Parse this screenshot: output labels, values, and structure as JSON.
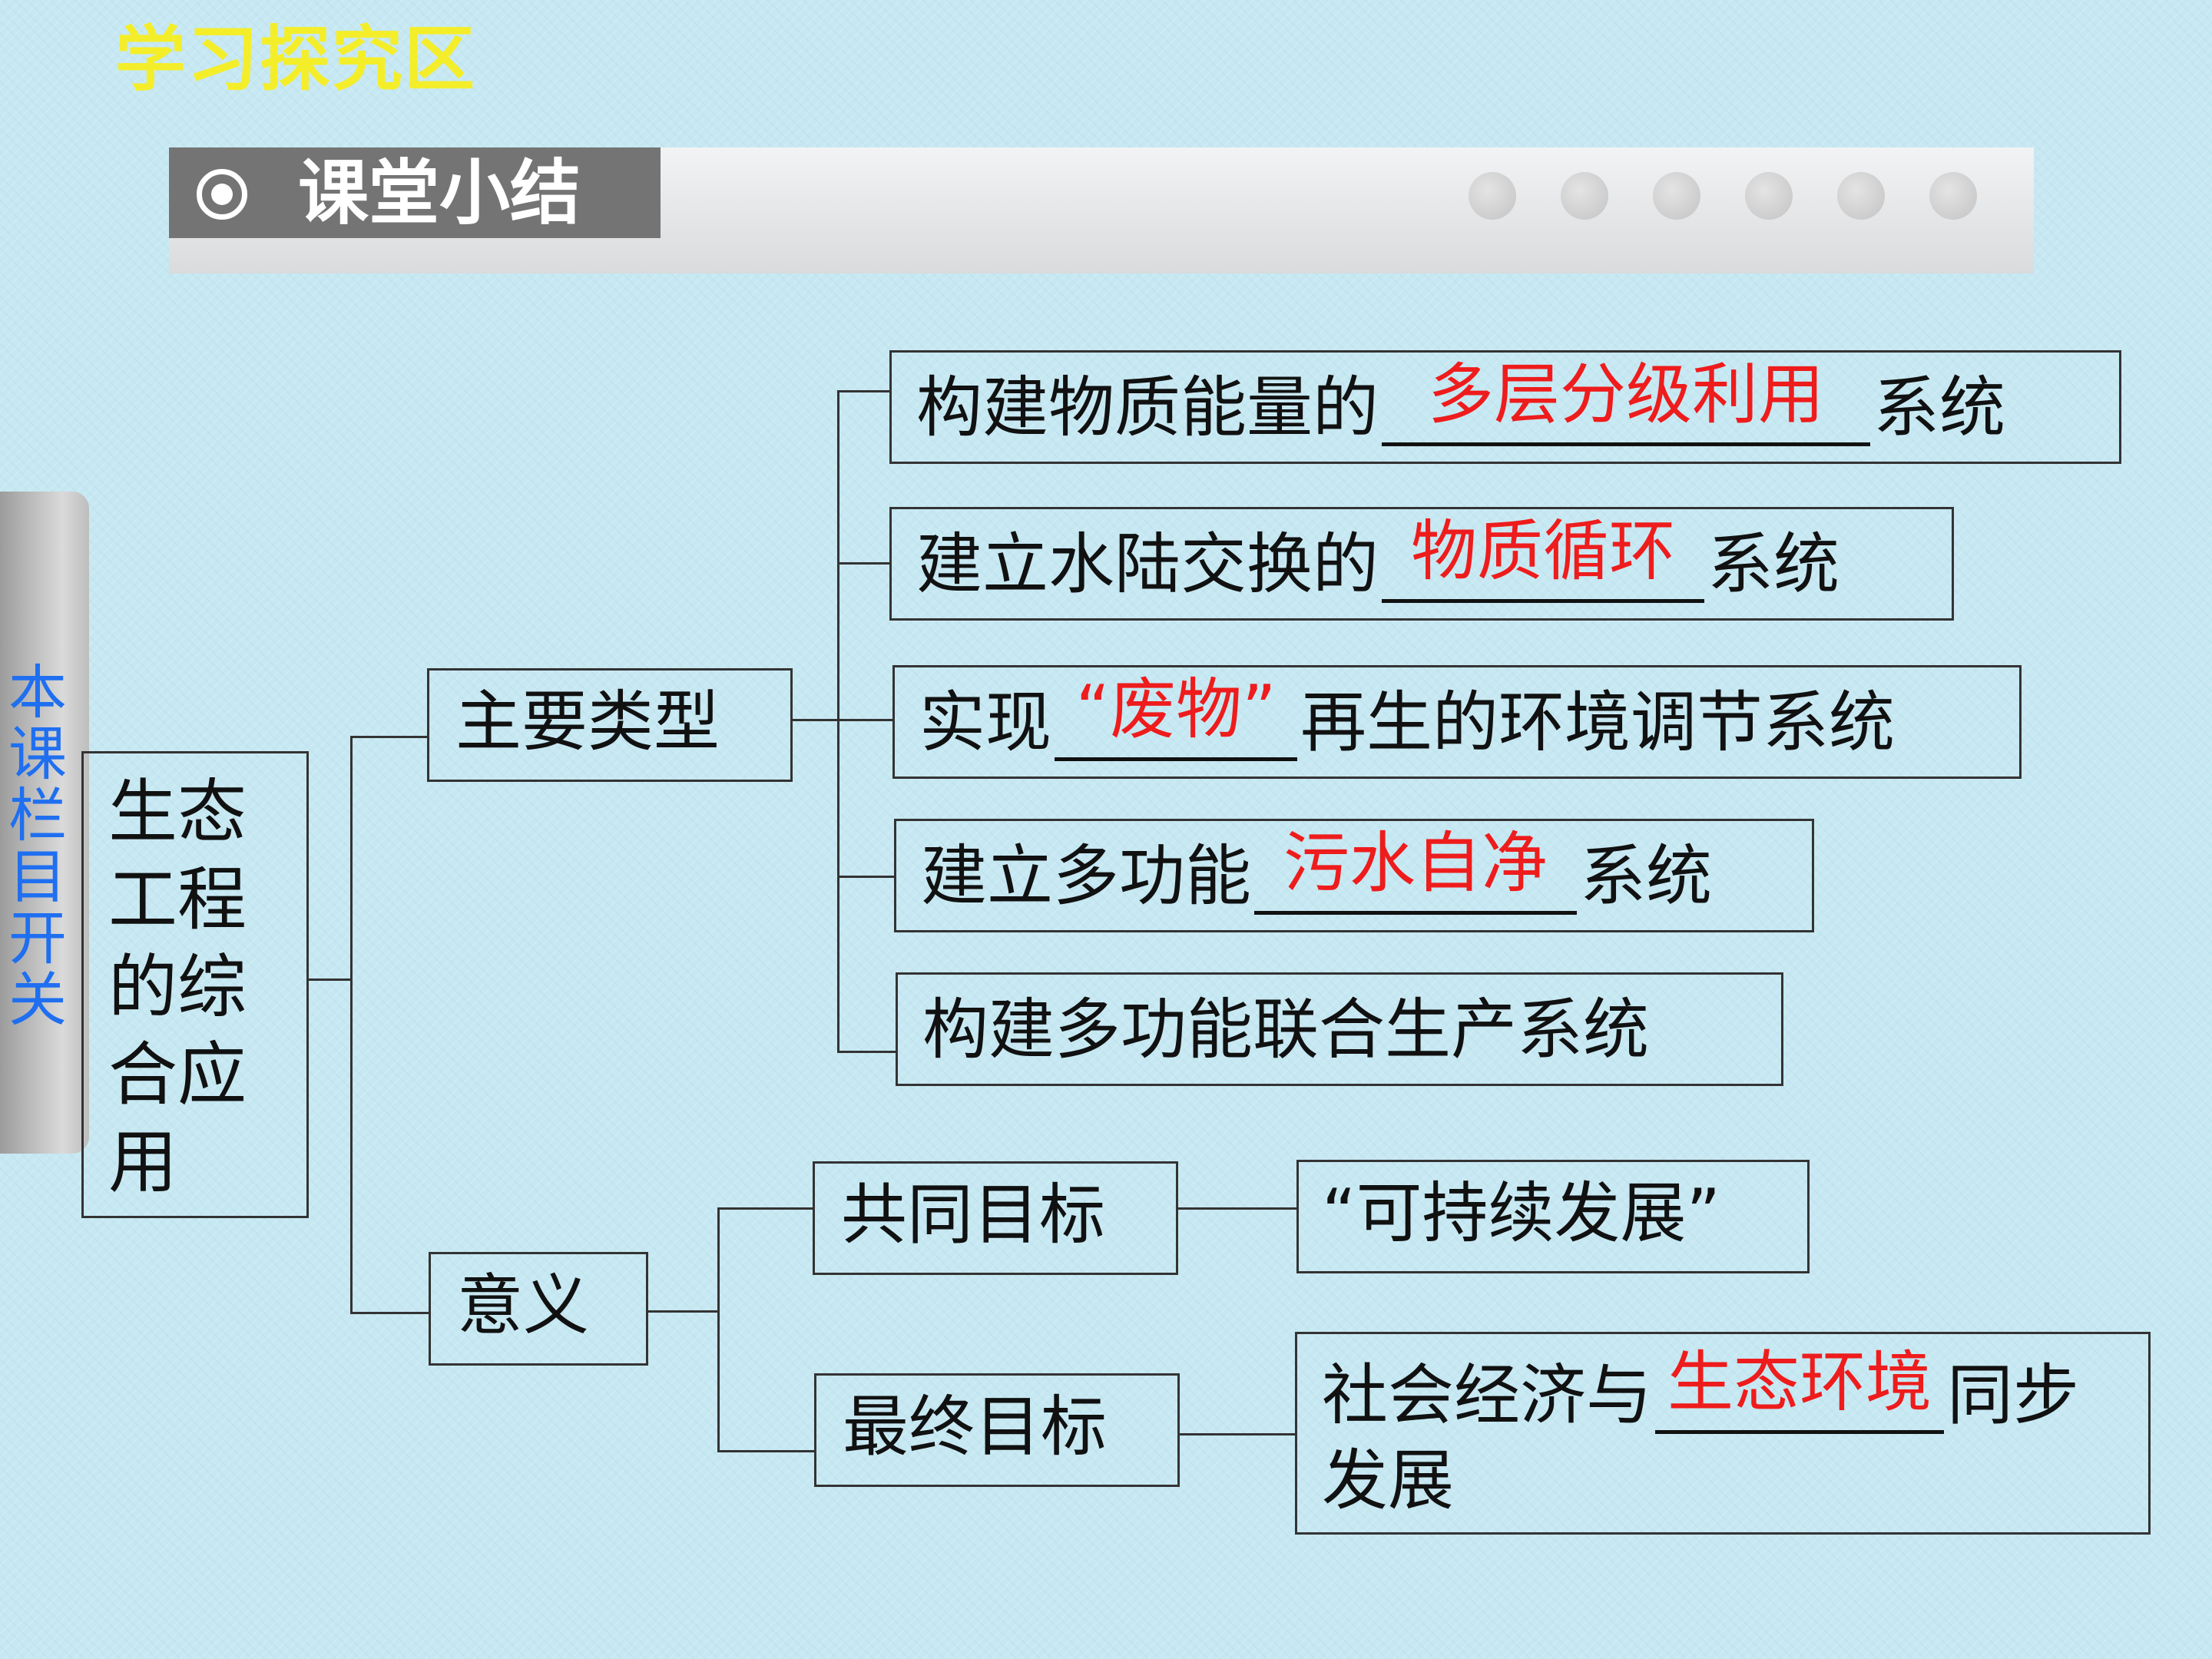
{
  "section_title": "学习探究区",
  "header": {
    "label": "课堂小结",
    "radio_icon": "radio-icon",
    "dots_count": 6
  },
  "side_tab": {
    "label": "本课栏目开关"
  },
  "root": {
    "label": "生态工程的综合应用"
  },
  "branch_types": {
    "label": "主要类型",
    "items": [
      {
        "before": "构建物质能量的",
        "answer": "多层分级利用",
        "after": "系统"
      },
      {
        "before": "建立水陆交换的",
        "answer": "物质循环",
        "after": "系统"
      },
      {
        "before": "实现",
        "answer": "“废物”",
        "after": "再生的环境调节系统"
      },
      {
        "before": "建立多功能",
        "answer": "污水自净",
        "after": "系统"
      },
      {
        "before": "构建多功能联合生产系统",
        "answer": "",
        "after": ""
      }
    ]
  },
  "branch_meaning": {
    "label": "意义",
    "common_goal": {
      "label": "共同目标",
      "value": "“可持续发展”"
    },
    "final_goal": {
      "label": "最终目标",
      "before": "社会经济与",
      "answer": "生态环境",
      "after": "同步",
      "line2": "发展"
    }
  },
  "colors": {
    "answer": "#ee1c1c",
    "title": "#f4ee2a",
    "side_tab_text": "#1f6ff0",
    "background": "#c6e8f2"
  }
}
